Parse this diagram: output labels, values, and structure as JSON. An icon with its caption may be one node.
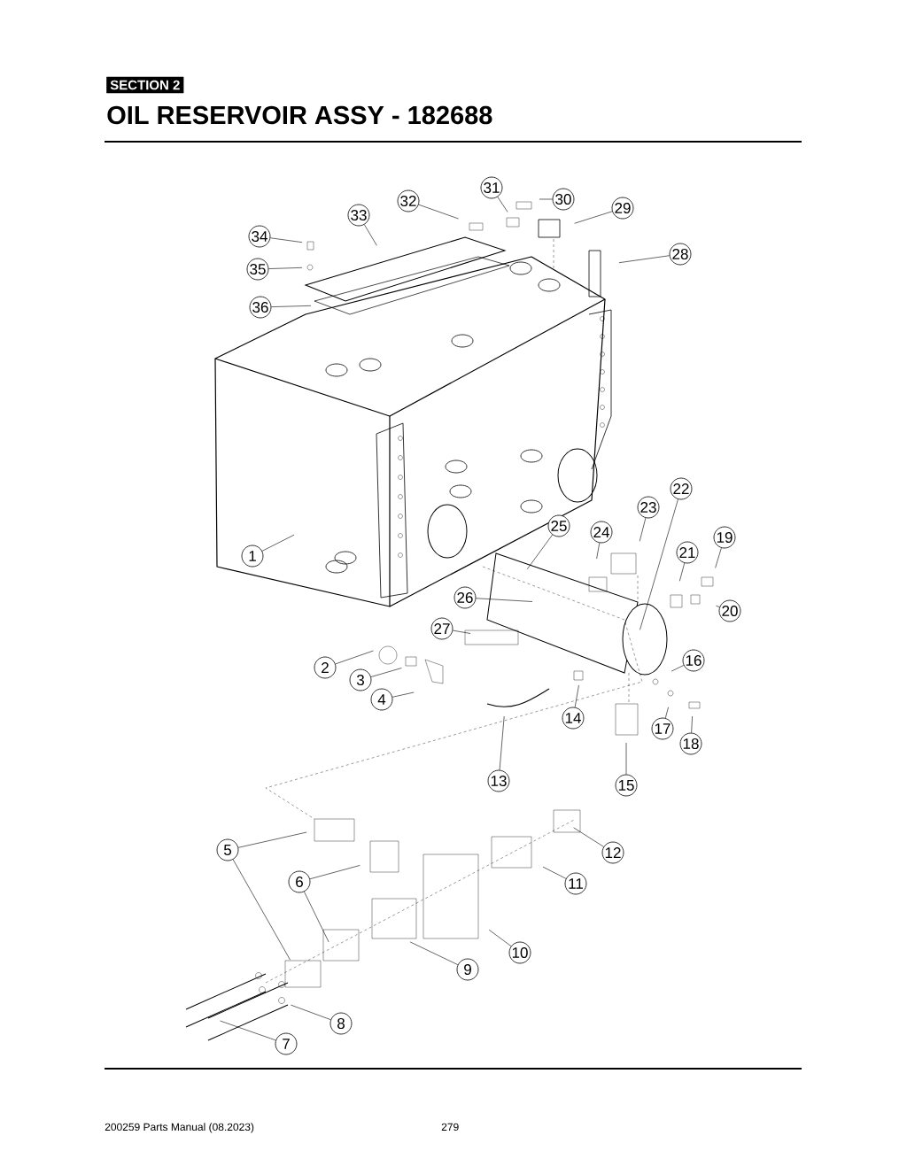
{
  "diagram": {
    "title": "OIL RESERVOIR ASSY - 182688",
    "nodes": [
      {
        "text": [
          "SECTION 2"
        ]
      },
      {
        "text": [
          "1"
        ]
      },
      {
        "text": [
          "2"
        ]
      },
      {
        "text": [
          "3"
        ]
      },
      {
        "text": [
          "4"
        ]
      },
      {
        "text": [
          "5"
        ]
      },
      {
        "text": [
          "6"
        ]
      },
      {
        "text": [
          "7"
        ]
      },
      {
        "text": [
          "8"
        ]
      },
      {
        "text": [
          "9"
        ]
      },
      {
        "text": [
          "10"
        ]
      },
      {
        "text": [
          "11"
        ]
      },
      {
        "text": [
          "12"
        ]
      },
      {
        "text": [
          "13"
        ]
      },
      {
        "text": [
          "14"
        ]
      },
      {
        "text": [
          "15"
        ]
      },
      {
        "text": [
          "16"
        ]
      },
      {
        "text": [
          "17"
        ]
      },
      {
        "text": [
          "18"
        ]
      },
      {
        "text": [
          "19"
        ]
      },
      {
        "text": [
          "20"
        ]
      },
      {
        "text": [
          "21"
        ]
      },
      {
        "text": [
          "22"
        ]
      },
      {
        "text": [
          "23"
        ]
      },
      {
        "text": [
          "24"
        ]
      },
      {
        "text": [
          "25"
        ]
      },
      {
        "text": [
          "26"
        ]
      },
      {
        "text": [
          "27"
        ]
      },
      {
        "text": [
          "28"
        ]
      },
      {
        "text": [
          "29"
        ]
      },
      {
        "text": [
          "30"
        ]
      },
      {
        "text": [
          "31"
        ]
      },
      {
        "text": [
          "32"
        ]
      },
      {
        "text": [
          "33"
        ]
      },
      {
        "text": [
          "34"
        ]
      },
      {
        "text": [
          "35"
        ]
      },
      {
        "text": [
          "36"
        ]
      }
    ],
    "edges": [
      {
        "from": 1,
        "to": null,
        "arrow": "none"
      },
      {
        "from": 2,
        "to": null,
        "arrow": "none"
      },
      {
        "from": 3,
        "to": null,
        "arrow": "none"
      },
      {
        "from": 4,
        "to": null,
        "arrow": "none"
      },
      {
        "from": 5,
        "to": null,
        "arrow": "none"
      },
      {
        "from": 5,
        "to": null,
        "arrow": "none"
      },
      {
        "from": 6,
        "to": null,
        "arrow": "none"
      },
      {
        "from": 6,
        "to": null,
        "arrow": "none"
      },
      {
        "from": 7,
        "to": null,
        "arrow": "none"
      },
      {
        "from": 8,
        "to": null,
        "arrow": "none"
      },
      {
        "from": 9,
        "to": null,
        "arrow": "none"
      },
      {
        "from": 10,
        "to": null,
        "arrow": "none"
      },
      {
        "from": 11,
        "to": null,
        "arrow": "none"
      },
      {
        "from": 12,
        "to": null,
        "arrow": "none"
      },
      {
        "from": 13,
        "to": null,
        "arrow": "none"
      },
      {
        "from": 14,
        "to": null,
        "arrow": "none"
      },
      {
        "from": 15,
        "to": null,
        "arrow": "none"
      },
      {
        "from": 16,
        "to": null,
        "arrow": "none"
      },
      {
        "from": 17,
        "to": null,
        "arrow": "none"
      },
      {
        "from": 18,
        "to": null,
        "arrow": "none"
      },
      {
        "from": 19,
        "to": null,
        "arrow": "none"
      },
      {
        "from": 20,
        "to": null,
        "arrow": "none"
      },
      {
        "from": 21,
        "to": null,
        "arrow": "none"
      },
      {
        "from": 22,
        "to": null,
        "arrow": "none"
      },
      {
        "from": 23,
        "to": null,
        "arrow": "none"
      },
      {
        "from": 24,
        "to": null,
        "arrow": "none"
      },
      {
        "from": 25,
        "to": null,
        "arrow": "none"
      },
      {
        "from": 26,
        "to": null,
        "arrow": "none"
      },
      {
        "from": 27,
        "to": null,
        "arrow": "none"
      },
      {
        "from": 28,
        "to": null,
        "arrow": "none"
      },
      {
        "from": 29,
        "to": null,
        "arrow": "none"
      },
      {
        "from": 30,
        "to": null,
        "arrow": "none"
      },
      {
        "from": 31,
        "to": null,
        "arrow": "none"
      },
      {
        "from": 32,
        "to": null,
        "arrow": "none"
      },
      {
        "from": 33,
        "to": null,
        "arrow": "none"
      },
      {
        "from": 34,
        "to": null,
        "arrow": "none"
      },
      {
        "from": 35,
        "to": null,
        "arrow": "none"
      },
      {
        "from": 36,
        "to": null,
        "arrow": "none"
      }
    ],
    "labels": [
      "200259 Parts Manual (08.2023)",
      "279"
    ]
  }
}
